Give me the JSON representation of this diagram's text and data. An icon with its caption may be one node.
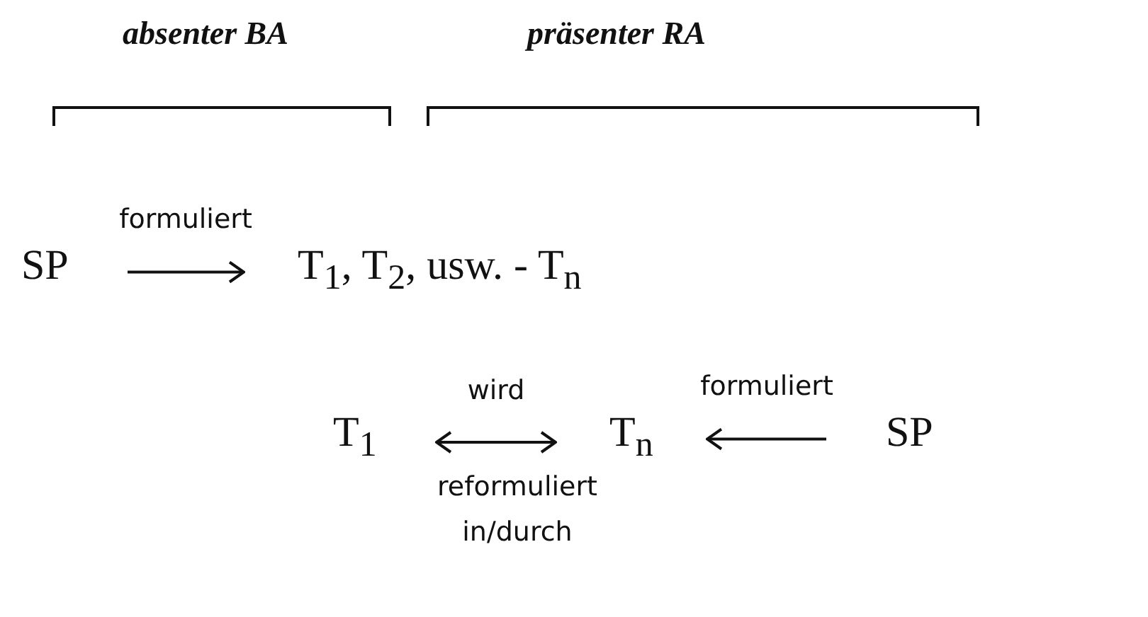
{
  "diagram": {
    "nodes": [
      {
        "text": [
          "SP"
        ]
      },
      {
        "text": [
          "T$_{1}$, T$_{2}$, usw. - T$_{n}$"
        ]
      },
      {
        "text": [
          "T$_{1}$"
        ]
      },
      {
        "text": [
          "T$_{n}$"
        ]
      },
      {
        "text": [
          "SP"
        ]
      }
    ],
    "edges": [
      {
        "from": 0,
        "to": 1,
        "arrow": "to",
        "label": "formuliert"
      },
      {
        "from": 2,
        "to": 3,
        "arrow": "both",
        "label": "wird"
      },
      {
        "from": 4,
        "to": 3,
        "arrow": "to",
        "label": "formuliert"
      }
    ],
    "labels": [
      "absenter BA",
      "präsenter RA",
      "reformuliert in/durch"
    ]
  }
}
